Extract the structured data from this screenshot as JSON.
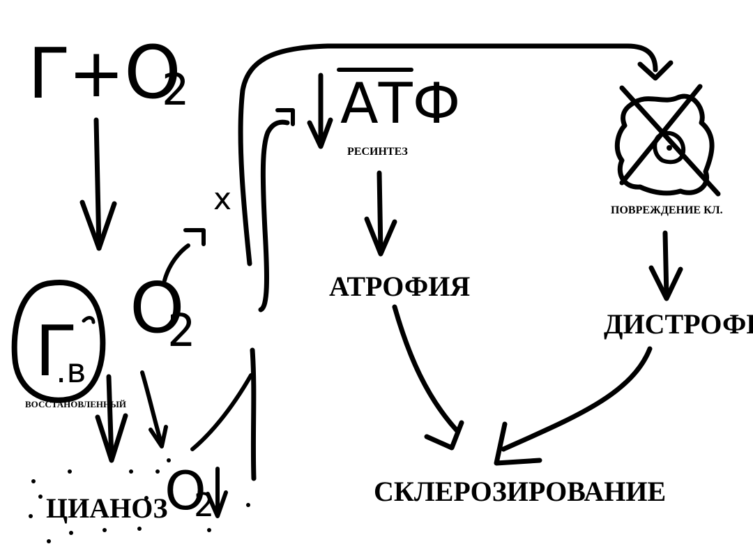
{
  "formula": {
    "g_letter": "Г",
    "plus": "+",
    "o_letter": "O",
    "o_sub": "2"
  },
  "reduced_hb": {
    "letter": "Г",
    "subscript": ".в",
    "caption": "ВОССТАНОВЛЕННЫЙ"
  },
  "oxygen_mid": {
    "o_letter": "O",
    "o_sub": "2"
  },
  "x_mark": "x",
  "atp": {
    "text": "АТФ",
    "caption": "РЕСИНТЕЗ"
  },
  "cyanosis": "ЦИАНОЗ",
  "oxygen_low": {
    "o_letter": "O",
    "o_sub": "2"
  },
  "atrophy": "АТРОФИЯ",
  "cell_damage": "ПОВРЕЖДЕНИЕ КЛ.",
  "dystrophy": "ДИСТРОФИЯ",
  "sclerosis": "СКЛЕРОЗИРОВАНИЕ"
}
